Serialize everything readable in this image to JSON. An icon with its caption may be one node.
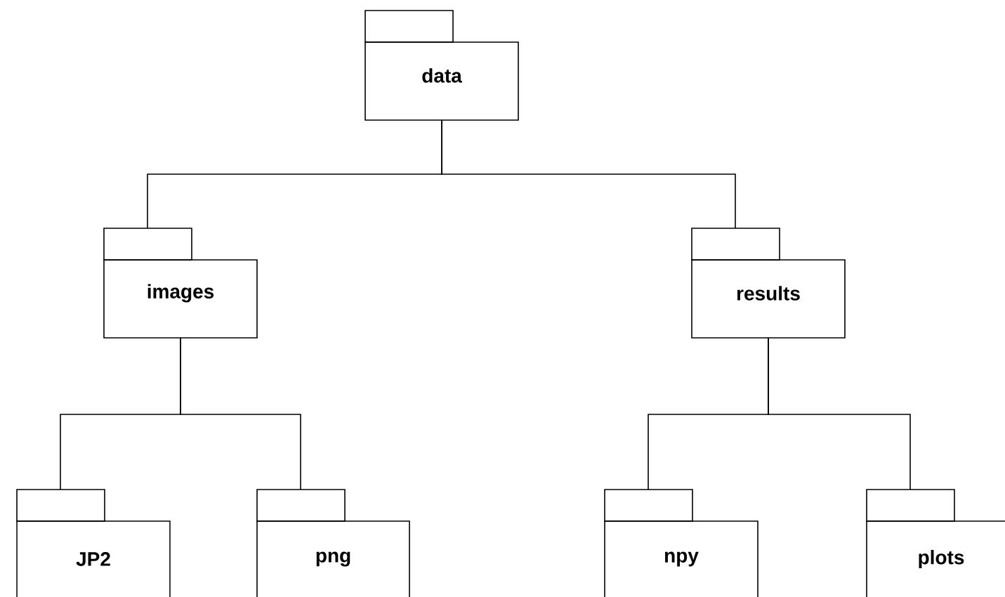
{
  "diagram": {
    "nodes": [
      {
        "text": [
          "data"
        ]
      },
      {
        "text": [
          "images"
        ]
      },
      {
        "text": [
          "results"
        ]
      },
      {
        "text": [
          "JP2"
        ]
      },
      {
        "text": [
          "png"
        ]
      },
      {
        "text": [
          "npy"
        ]
      },
      {
        "text": [
          "plots"
        ]
      }
    ],
    "edges": [
      {
        "from": 0,
        "to": 1,
        "arrow": "none"
      },
      {
        "from": 0,
        "to": 2,
        "arrow": "none"
      },
      {
        "from": 1,
        "to": 3,
        "arrow": "none"
      },
      {
        "from": 1,
        "to": 4,
        "arrow": "none"
      },
      {
        "from": 2,
        "to": 5,
        "arrow": "none"
      },
      {
        "from": 2,
        "to": 6,
        "arrow": "none"
      }
    ]
  }
}
